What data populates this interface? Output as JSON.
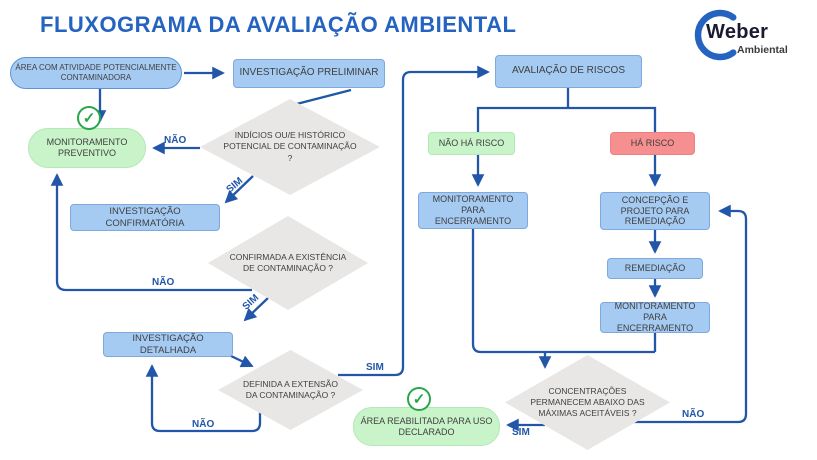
{
  "title": "FLUXOGRAMA DA AVALIAÇÃO AMBIENTAL",
  "logo": {
    "name": "Weber",
    "subtitle": "Ambiental"
  },
  "colors": {
    "title_blue": "#2563C1",
    "arrow_blue": "#2156A8",
    "process_fill": "#A5CBF3",
    "positive_fill": "#C9F4CA",
    "risk_fill": "#F68F8F",
    "decision_fill": "#E8E7E5",
    "check_green": "#27A848"
  },
  "icons": {
    "check_glyph": "✓",
    "logo_arc": "C-arc"
  },
  "nodes": {
    "area_atividade": {
      "label": "ÁREA COM ATIVIDADE POTENCIALMENTE CONTAMINADORA",
      "type": "start"
    },
    "investigacao_preliminar": {
      "label": "INVESTIGAÇÃO PRELIMINAR",
      "type": "process"
    },
    "monitoramento_preventivo": {
      "label": "MONITORAMENTO PREVENTIVO",
      "type": "positive-end"
    },
    "indicios_historico": {
      "label": "INDÍCIOS OU/E HISTÓRICO POTENCIAL DE CONTAMINAÇÃO ?",
      "type": "decision"
    },
    "investigacao_confirmatoria": {
      "label": "INVESTIGAÇÃO CONFIRMATÓRIA",
      "type": "process"
    },
    "confirmada_existencia": {
      "label": "CONFIRMADA A EXISTÊNCIA DE CONTAMINAÇÃO ?",
      "type": "decision"
    },
    "investigacao_detalhada": {
      "label": "INVESTIGAÇÃO DETALHADA",
      "type": "process"
    },
    "definida_extensao": {
      "label": "DEFINIDA A EXTENSÃO DA CONTAMINAÇÃO ?",
      "type": "decision"
    },
    "avaliacao_riscos": {
      "label": "AVALIAÇÃO DE RISCOS",
      "type": "process"
    },
    "nao_ha_risco": {
      "label": "NÃO HÁ RISCO",
      "type": "positive"
    },
    "ha_risco": {
      "label": "HÁ RISCO",
      "type": "negative"
    },
    "monitoramento_encerramento_1": {
      "label": "MONITORAMENTO PARA ENCERRAMENTO",
      "type": "process"
    },
    "concepcao_projeto": {
      "label": "CONCEPÇÃO E PROJETO PARA REMEDIAÇÃO",
      "type": "process"
    },
    "remediacao": {
      "label": "REMEDIAÇÃO",
      "type": "process"
    },
    "monitoramento_encerramento_2": {
      "label": "MONITORAMENTO PARA ENCERRAMENTO",
      "type": "process"
    },
    "concentracoes": {
      "label": "CONCENTRAÇÕES PERMANECEM ABAIXO DAS MÁXIMAS ACEITÁVEIS ?",
      "type": "decision"
    },
    "area_reabilitada": {
      "label": "ÁREA REABILITADA PARA USO DECLARADO",
      "type": "positive-end"
    }
  },
  "edge_labels": {
    "indicios_nao": "NÃO",
    "indicios_sim": "SIM",
    "confirmada_nao": "NÃO",
    "confirmada_sim": "SIM",
    "definida_nao": "NÃO",
    "definida_sim": "SIM",
    "concentracoes_sim": "SIM",
    "concentracoes_nao": "NÃO"
  }
}
